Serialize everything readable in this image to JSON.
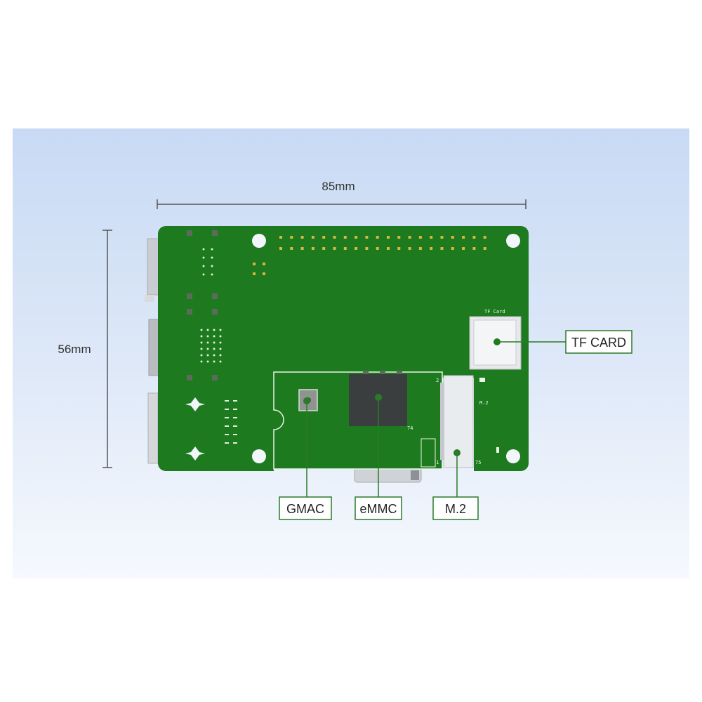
{
  "dimensions": {
    "width": "85mm",
    "height": "56mm"
  },
  "board": {
    "color": "#1e7a1e",
    "silkscreen": {
      "tf_card": "TF Card",
      "m2": "M.2",
      "pin_2": "2",
      "pin_1": "1",
      "pin_75": "75",
      "pin_74": "74"
    }
  },
  "callouts": {
    "tf_card": "TF CARD",
    "gmac": "GMAC",
    "emmc": "eMMC",
    "m2": "M.2"
  },
  "colors": {
    "accent": "#1e7a1e",
    "callout_border": "#2a7a2a",
    "dimension_line": "#555555"
  }
}
